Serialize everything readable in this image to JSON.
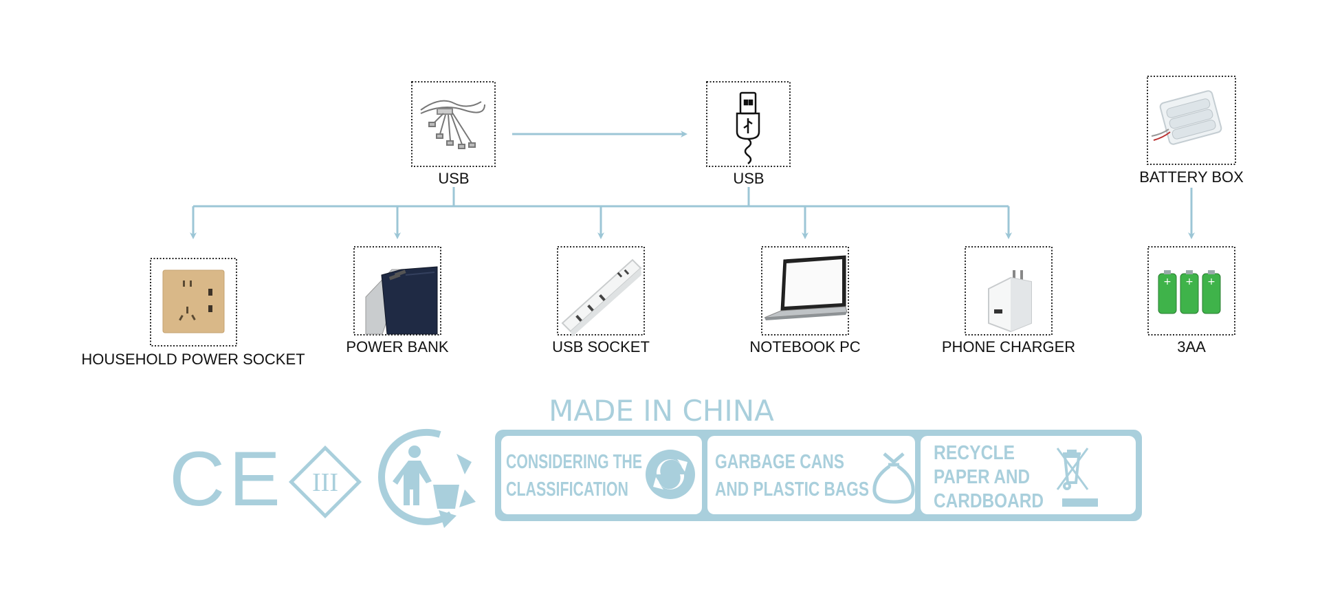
{
  "nodes": {
    "usb_cable": {
      "label": "USB"
    },
    "usb_plug": {
      "label": "USB"
    },
    "battery_box": {
      "label": "BATTERY BOX"
    },
    "household_socket": {
      "label": "HOUSEHOLD POWER SOCKET"
    },
    "power_bank": {
      "label": "POWER BANK"
    },
    "usb_socket": {
      "label": "USB SOCKET"
    },
    "notebook_pc": {
      "label": "NOTEBOOK PC"
    },
    "phone_charger": {
      "label": "PHONE CHARGER"
    },
    "aa_batteries": {
      "label": "3AA"
    }
  },
  "footer": {
    "made_in": "MADE IN CHINA",
    "ce_mark": "CE",
    "class_mark": "III",
    "panel_1": {
      "line1": "CONSIDERING THE",
      "line2": "CLASSIFICATION"
    },
    "panel_2": {
      "line1": "GARBAGE CANS",
      "line2": "AND PLASTIC BAGS"
    },
    "panel_3": {
      "line1": "RECYCLE",
      "line2": "PAPER AND",
      "line3": "CARDBOARD"
    }
  },
  "colors": {
    "accent": "#9cc6d6",
    "mark": "#a9cfdc",
    "frame": "#222222",
    "text": "#111111"
  }
}
